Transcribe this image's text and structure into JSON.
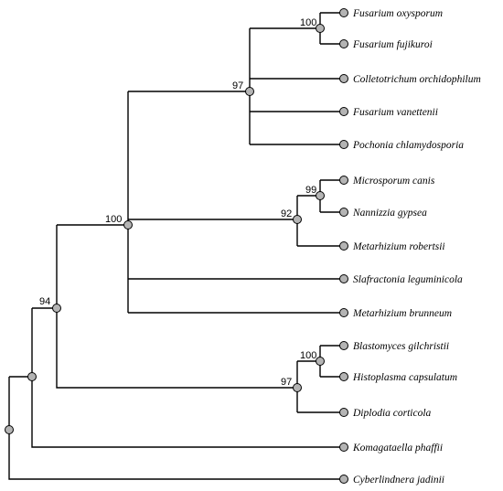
{
  "tree": {
    "taxa": [
      "Fusarium oxysporum",
      "Fusarium fujikuroi",
      "Colletotrichum orchidophilum",
      "Fusarium vanettenii",
      "Pochonia chlamydosporia",
      "Microsporum canis",
      "Nannizzia gypsea",
      "Metarhizium robertsii",
      "Slafractonia leguminicola",
      "Metarhizium brunneum",
      "Blastomyces gilchristii",
      "Histoplasma capsulatum",
      "Diplodia corticola",
      "Komagataella phaffii",
      "Cyberlindnera jadinii"
    ],
    "support": {
      "fusarium_pair": "100",
      "sordariomycetes": "97",
      "onygenales_pair": "99",
      "microsporum_metarhizium": "92",
      "main_clade": "100",
      "blastomyces_pair": "100",
      "diplodia_clade": "97",
      "pezizomycotina": "94"
    },
    "colors": {
      "node_fill": "#b4b4b4",
      "line": "#000000"
    }
  }
}
